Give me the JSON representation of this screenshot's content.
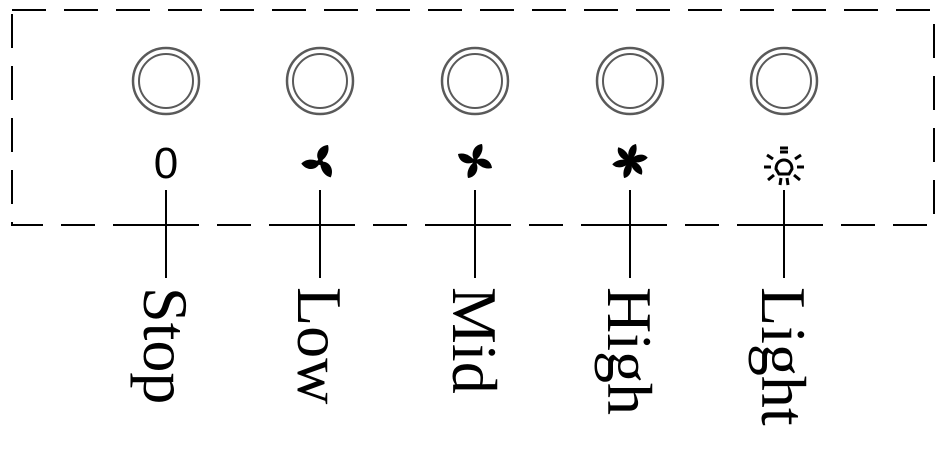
{
  "colors": {
    "line": "#000000",
    "button_ring": "#5a5a5a",
    "background": "#ffffff"
  },
  "controls": [
    {
      "id": "stop",
      "label": "Stop",
      "icon": "power-off-icon",
      "symbol": "0"
    },
    {
      "id": "low",
      "label": "Low",
      "icon": "fan-low-icon"
    },
    {
      "id": "mid",
      "label": "Mid",
      "icon": "fan-mid-icon"
    },
    {
      "id": "high",
      "label": "High",
      "icon": "fan-high-icon"
    },
    {
      "id": "light",
      "label": "Light",
      "icon": "light-bulb-icon"
    }
  ]
}
